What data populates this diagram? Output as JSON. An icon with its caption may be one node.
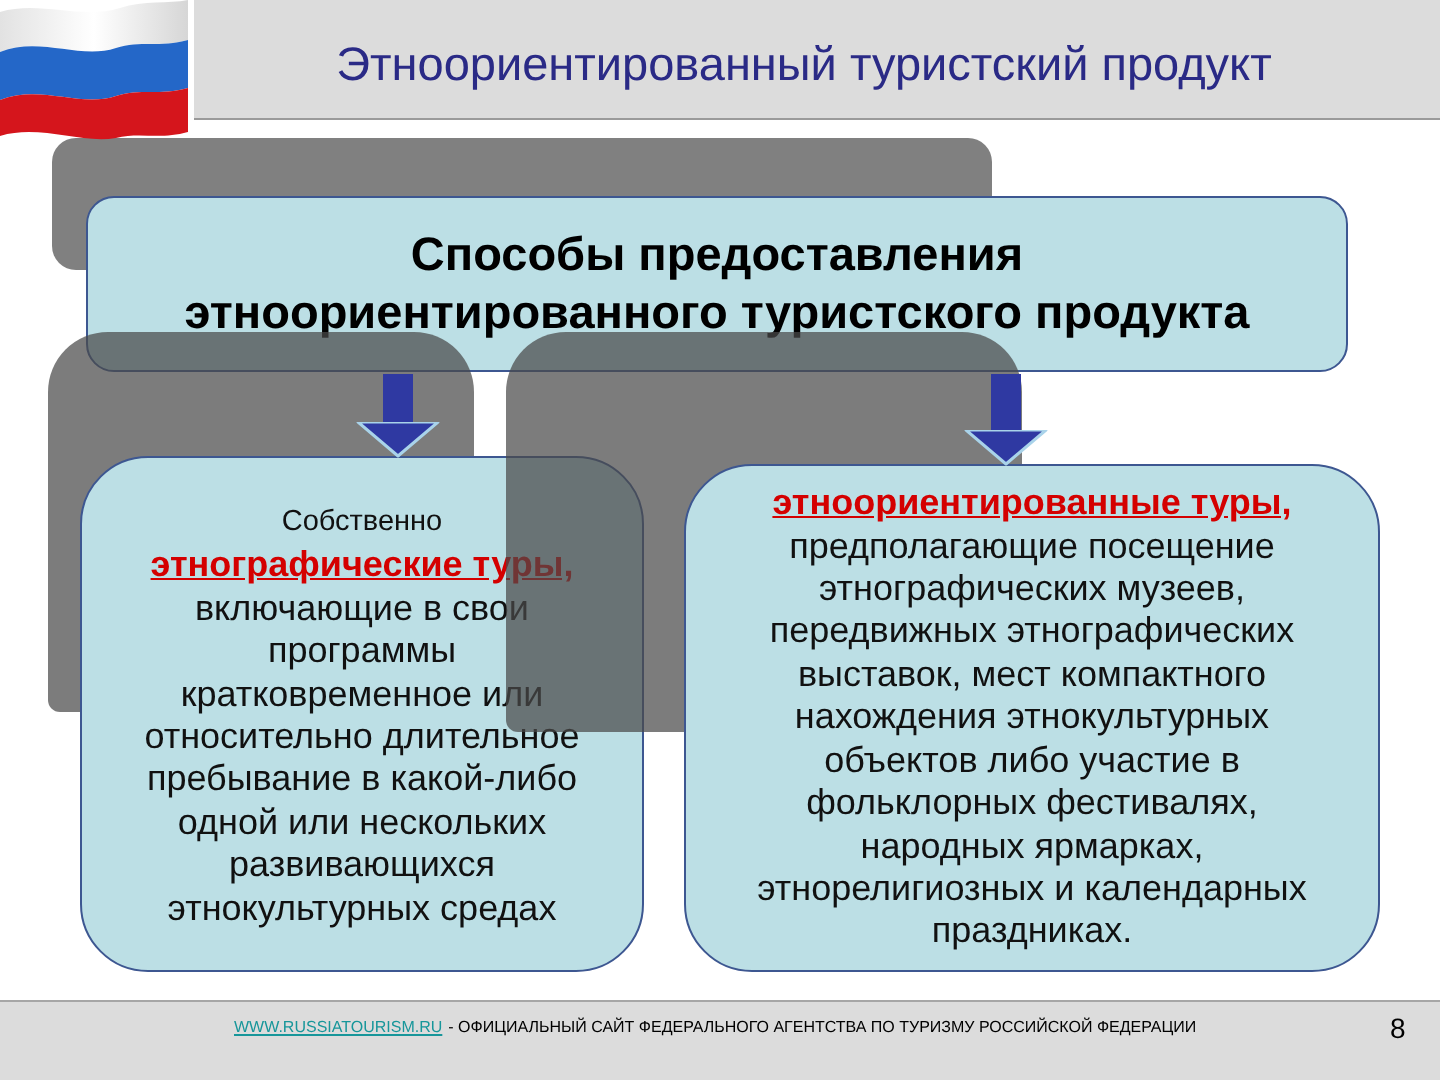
{
  "diagram": {
    "title": "Этноориентированный туристский продукт",
    "nodes": [
      {
        "text": [
          "Способы предоставления этноориентированного туристского продукта"
        ]
      },
      {
        "text": [
          "Собственно **этнографические туры,** включающие в свои программы кратковременное или относительно длительное пребывание в какой-либо одной или нескольких развивающихся этнокультурных средах"
        ]
      },
      {
        "text": [
          "**этноориентированные туры,** предполагающие посещение этнографических музеев, передвижных этнографических выставок, мест компактного нахождения этнокультурных объектов либо участие в фольклорных фестивалях, народных ярмарках, этнорелигиозных и календарных праздниках."
        ]
      }
    ],
    "edges": [
      {
        "from": 0,
        "to": 1,
        "arrow": "to"
      },
      {
        "from": 0,
        "to": 2,
        "arrow": "to"
      }
    ],
    "labels": [
      "WWW.RUSSIATOURISM.RU",
      "- ОФИЦИАЛЬНЫЙ САЙТ ФЕДЕРАЛЬНОГО АГЕНТСТВА ПО ТУРИЗМУ РОССИЙСКОЙ ФЕДЕРАЦИИ",
      "8"
    ]
  }
}
